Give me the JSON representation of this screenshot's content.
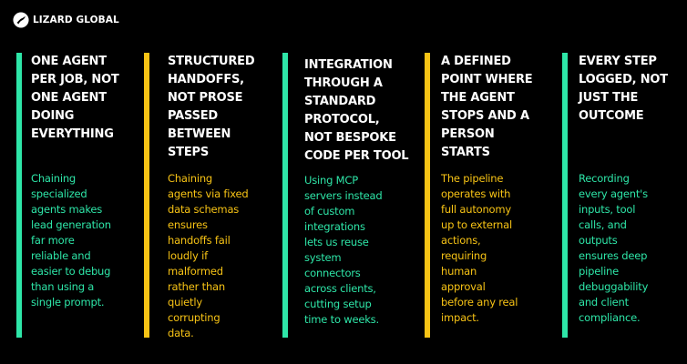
{
  "brand": {
    "name": "LIZARD GLOBAL"
  },
  "colors": {
    "green": "#2ee6a8",
    "yellow": "#f7c315",
    "background": "#000000"
  },
  "columns": [
    {
      "title": [
        "ONE AGENT",
        "PER JOB, NOT",
        "ONE AGENT",
        "DOING",
        "EVERYTHING"
      ],
      "body": [
        "Chaining",
        "specialized",
        "agents makes",
        "lead generation",
        "far more",
        "reliable and",
        "easier to debug",
        "than using a",
        "single prompt."
      ]
    },
    {
      "title": [
        "STRUCTURED",
        "HANDOFFS,",
        "NOT PROSE",
        "PASSED",
        "BETWEEN",
        "STEPS"
      ],
      "body": [
        "Chaining",
        "agents via fixed",
        "data schemas",
        "ensures",
        "handoffs fail",
        "loudly if",
        "malformed",
        "rather than",
        "quietly",
        "corrupting",
        "data."
      ]
    },
    {
      "title": [
        "INTEGRATION",
        "THROUGH A",
        "STANDARD",
        "PROTOCOL,",
        "NOT BESPOKE",
        "CODE PER TOOL"
      ],
      "body": [
        "Using MCP",
        "servers instead",
        "of custom",
        "integrations",
        "lets us reuse",
        "system",
        "connectors",
        "across clients,",
        "cutting setup",
        "time to weeks."
      ]
    },
    {
      "title": [
        "A DEFINED",
        "POINT WHERE",
        "THE AGENT",
        "STOPS AND A",
        "PERSON",
        "STARTS"
      ],
      "body": [
        "The pipeline",
        "operates with",
        "full autonomy",
        "up to external",
        "actions,",
        "requiring",
        "human",
        "approval",
        "before any real",
        "impact."
      ]
    },
    {
      "title": [
        "EVERY STEP",
        "LOGGED, NOT",
        "JUST THE",
        "OUTCOME"
      ],
      "body": [
        "Recording",
        "every agent's",
        "inputs, tool",
        "calls, and",
        "outputs",
        "ensures deep",
        "pipeline",
        "debuggability",
        "and client",
        "compliance."
      ]
    }
  ]
}
